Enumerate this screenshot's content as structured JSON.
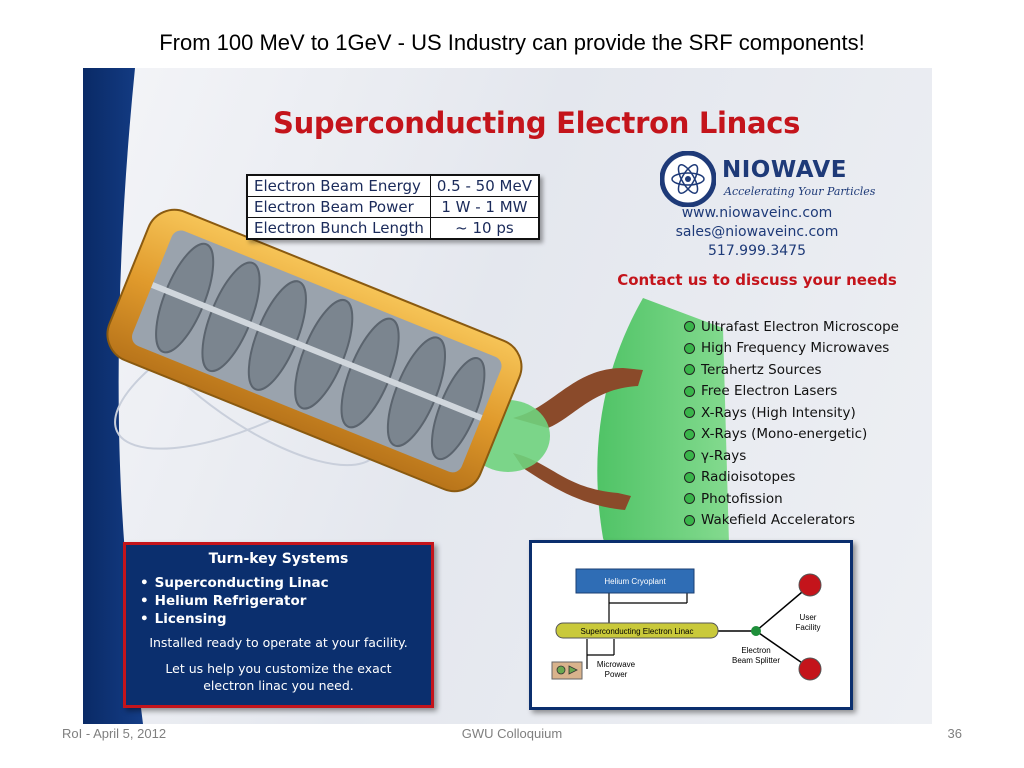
{
  "slide": {
    "title": "From 100 MeV to 1GeV  - US Industry can provide the SRF components!",
    "footer_left": "RoI - April 5, 2012",
    "footer_center": "GWU Colloquium",
    "footer_right": "36"
  },
  "poster": {
    "headline": "Superconducting Electron Linacs",
    "specs": [
      {
        "label": "Electron Beam Energy",
        "value": "0.5 - 50 MeV"
      },
      {
        "label": "Electron Beam Power",
        "value": "1 W - 1 MW"
      },
      {
        "label": "Electron Bunch Length",
        "value": "~ 10 ps"
      }
    ],
    "logo": {
      "name": "NIOWAVE",
      "tagline": "Accelerating Your Particles"
    },
    "contact": {
      "website": "www.niowaveinc.com",
      "email": "sales@niowaveinc.com",
      "phone": "517.999.3475",
      "cta": "Contact us to discuss your needs"
    },
    "applications": [
      "Ultrafast Electron Microscope",
      "High Frequency Microwaves",
      "Terahertz Sources",
      "Free Electron Lasers",
      "X-Rays (High Intensity)",
      "X-Rays (Mono-energetic)",
      "γ-Rays",
      "Radioisotopes",
      "Photofission",
      "Wakefield Accelerators"
    ],
    "turnkey": {
      "title": "Turn-key Systems",
      "items": [
        "Superconducting Linac",
        "Helium Refrigerator",
        "Licensing"
      ],
      "note1": "Installed ready to operate at your facility.",
      "note2_line1": "Let us help you customize the exact",
      "note2_line2": "electron linac you need."
    },
    "diagram": {
      "cryoplant": "Helium Cryoplant",
      "linac": "Superconducting Electron Linac",
      "microwave_line1": "Microwave",
      "microwave_line2": "Power",
      "splitter_line1": "Electron",
      "splitter_line2": "Beam Splitter",
      "user_line1": "User",
      "user_line2": "Facility"
    },
    "colors": {
      "accent_red": "#c4141b",
      "navy": "#0b2f6e",
      "bullet_green": "#39b54a",
      "cavity_gold": "#e8a63a"
    }
  }
}
